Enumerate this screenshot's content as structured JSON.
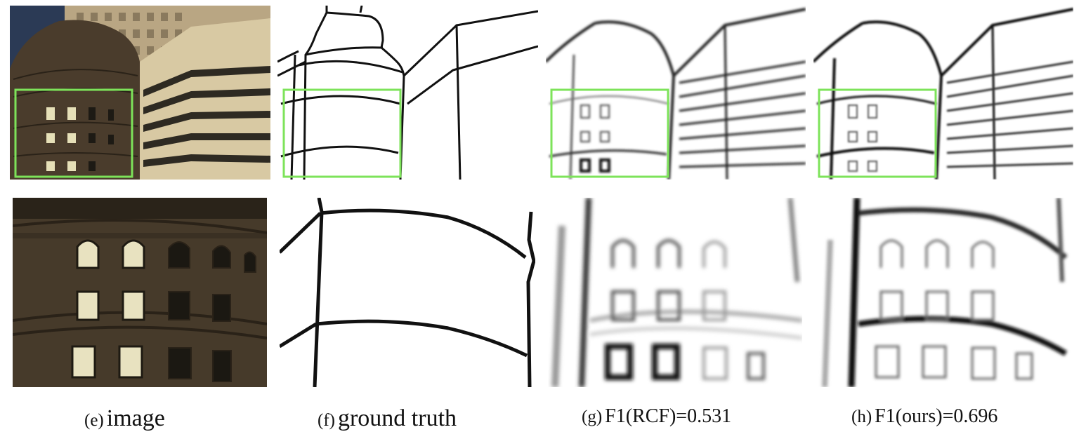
{
  "captions": [
    {
      "label": "(e)",
      "text": "image"
    },
    {
      "label": "(f)",
      "text": "ground truth"
    },
    {
      "label": "(g)",
      "text": "F1(RCF)=0.531"
    },
    {
      "label": "(h)",
      "text": "F1(ours)=0.696"
    }
  ],
  "colors": {
    "highlight_box": "#7de35a",
    "edge": "#111111",
    "building_stone": "#4a3c2c",
    "building_light": "#c8b78f",
    "sky": "#2b3a55"
  }
}
